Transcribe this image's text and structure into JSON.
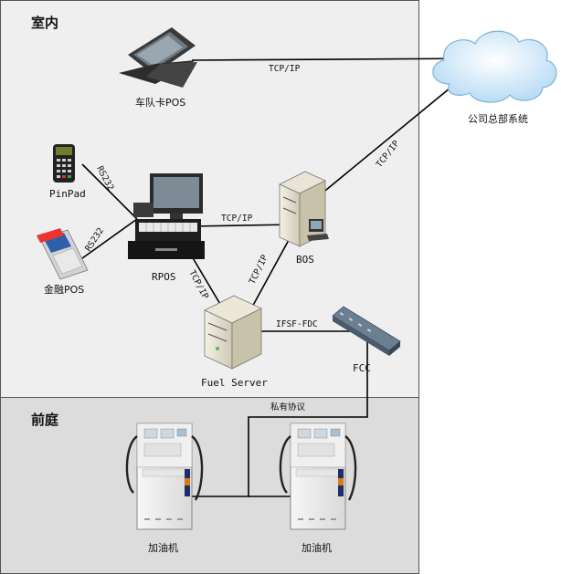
{
  "zones": {
    "indoor": "室内",
    "forecourt": "前庭"
  },
  "devices": {
    "fleet_pos": "车队卡POS",
    "hq_system": "公司总部系统",
    "pinpad": "PinPad",
    "finance_pos": "金融POS",
    "rpos": "RPOS",
    "bos": "BOS",
    "fuel_server": "Fuel Server",
    "fcc": "FCC",
    "dispenser_1": "加油机",
    "dispenser_2": "加油机"
  },
  "links": {
    "pos_cloud": "TCP/IP",
    "bos_cloud": "TCP/IP",
    "pinpad_rpos": "RS232",
    "finpos_rpos": "RS232",
    "rpos_bos": "TCP/IP",
    "rpos_fuel": "TCP/IP",
    "fuel_bos": "TCP/IP",
    "fuel_fcc": "IFSF-FDC",
    "fcc_dispensers": "私有协议"
  },
  "colors": {
    "indoor_bg": "#efefef",
    "forecourt_bg": "#dcdcdc",
    "cloud": "#c7e3f8",
    "line": "#000000"
  }
}
